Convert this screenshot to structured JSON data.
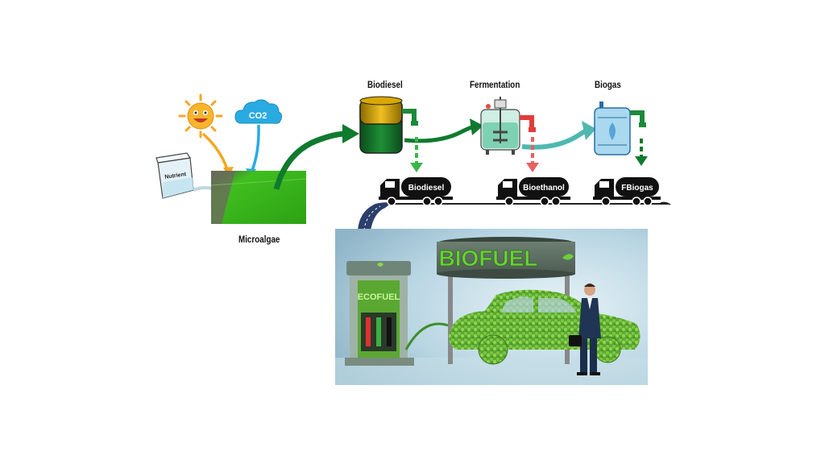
{
  "labels": {
    "microalgae": "Microalgae",
    "biodiesel": "Biodiesel",
    "fermentation": "Fermentation",
    "biogas": "Biogas",
    "nutrient": "Nutrient",
    "co2": "CO2"
  },
  "trucks": {
    "biodiesel": "Biodiesel",
    "bioethanol": "Bioethanol",
    "biogas": "FBiogas"
  },
  "station": {
    "canopy": "BIOFUEL",
    "pump": "ECOFUEL"
  },
  "colors": {
    "flow_arrow": "#0f7a2e",
    "teal_arrow": "#4fb8b0",
    "sun": "#f5a623",
    "co2_cloud": "#29abe2",
    "scene_bg": "#b9d6e3"
  }
}
